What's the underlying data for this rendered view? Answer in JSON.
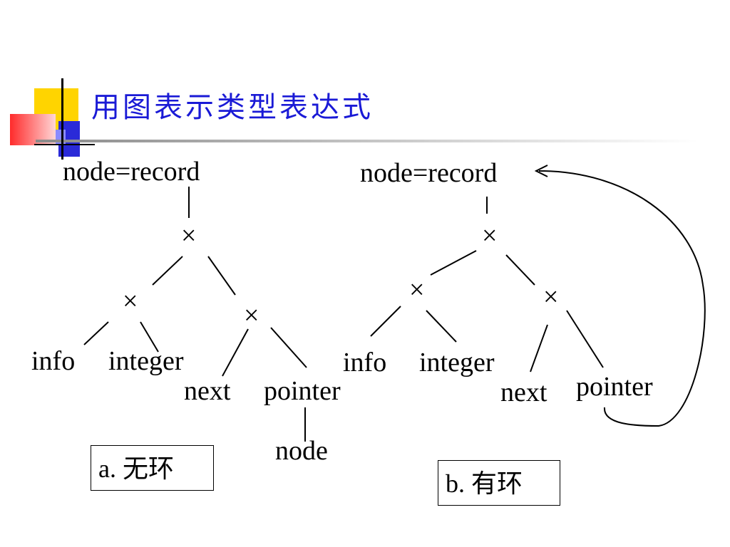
{
  "slide": {
    "title": "用图表示类型表达式"
  },
  "diagram_a": {
    "root": "node=record",
    "op_top": "×",
    "op_left": "×",
    "op_right": "×",
    "leaf_info": "info",
    "leaf_integer": "integer",
    "leaf_next": "next",
    "leaf_pointer": "pointer",
    "leaf_node": "node",
    "caption": "a. 无环"
  },
  "diagram_b": {
    "root": "node=record",
    "op_top": "×",
    "op_left": "×",
    "op_right": "×",
    "leaf_info": "info",
    "leaf_integer": "integer",
    "leaf_next": "next",
    "leaf_pointer": "pointer",
    "caption": "b. 有环"
  },
  "colors": {
    "title": "#1a1ad6",
    "accent_yellow": "#ffd400",
    "accent_blue": "#2a2ad8",
    "accent_red": "#ff3a3a"
  }
}
